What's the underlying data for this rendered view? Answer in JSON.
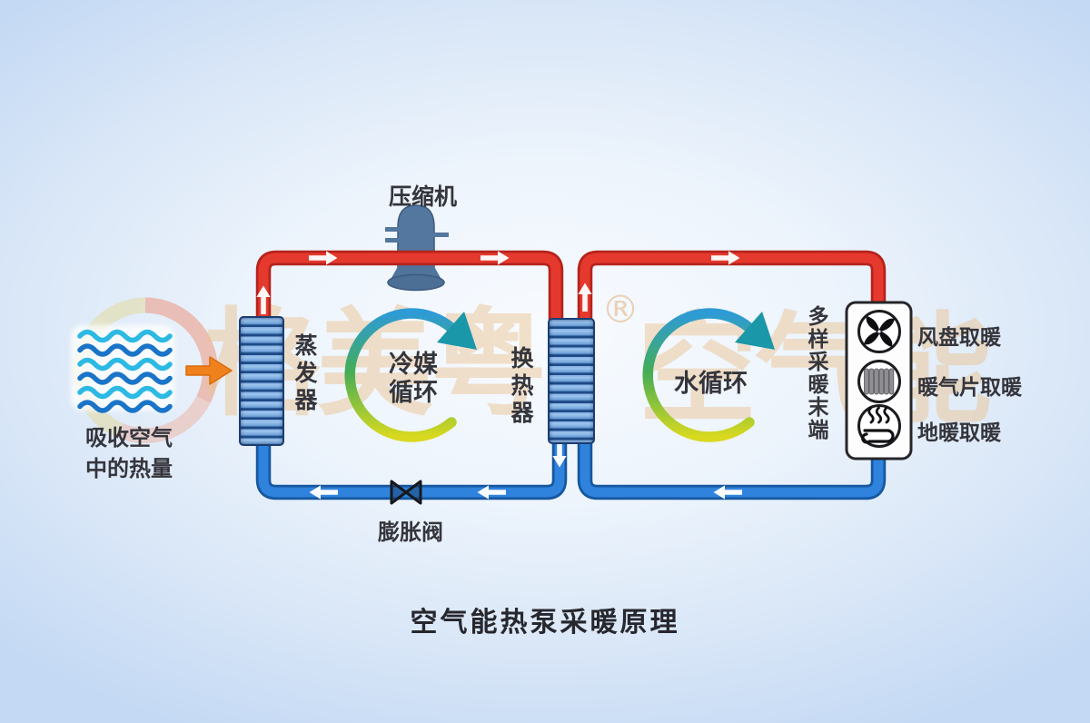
{
  "title": "空气能热泵采暖原理",
  "air_source": {
    "line1": "吸收空气",
    "line2": "中的热量"
  },
  "labels": {
    "compressor": "压缩机",
    "evaporator": "蒸发器",
    "heat_exchanger": "换热器",
    "expansion_valve": "膨胀阀",
    "refrigerant_cycle_line1": "冷媒",
    "refrigerant_cycle_line2": "循环",
    "water_cycle": "水循环",
    "heating_terminals": "多样采暖末端"
  },
  "terminals": [
    {
      "icon": "fan-coil-icon",
      "label": "风盘取暖"
    },
    {
      "icon": "radiator-icon",
      "label": "暖气片取暖"
    },
    {
      "icon": "floor-heating-icon",
      "label": "地暖取暖"
    }
  ],
  "watermark": {
    "brand": "格美粤",
    "registered": "®",
    "suffix": "空气能"
  },
  "colors": {
    "hot_pipe": "#e6392e",
    "cold_pipe": "#2f83dc",
    "coil": "#6da0d8",
    "compressor_body": "#54779f",
    "cycle_gradient_top": "#2e9bd6",
    "cycle_gradient_mid": "#45ad55",
    "cycle_gradient_bottom": "#d9d91f",
    "air_arrow_orange": "#f0821e",
    "background_edge": "#c4d9f4",
    "label_text": "#35353c"
  }
}
